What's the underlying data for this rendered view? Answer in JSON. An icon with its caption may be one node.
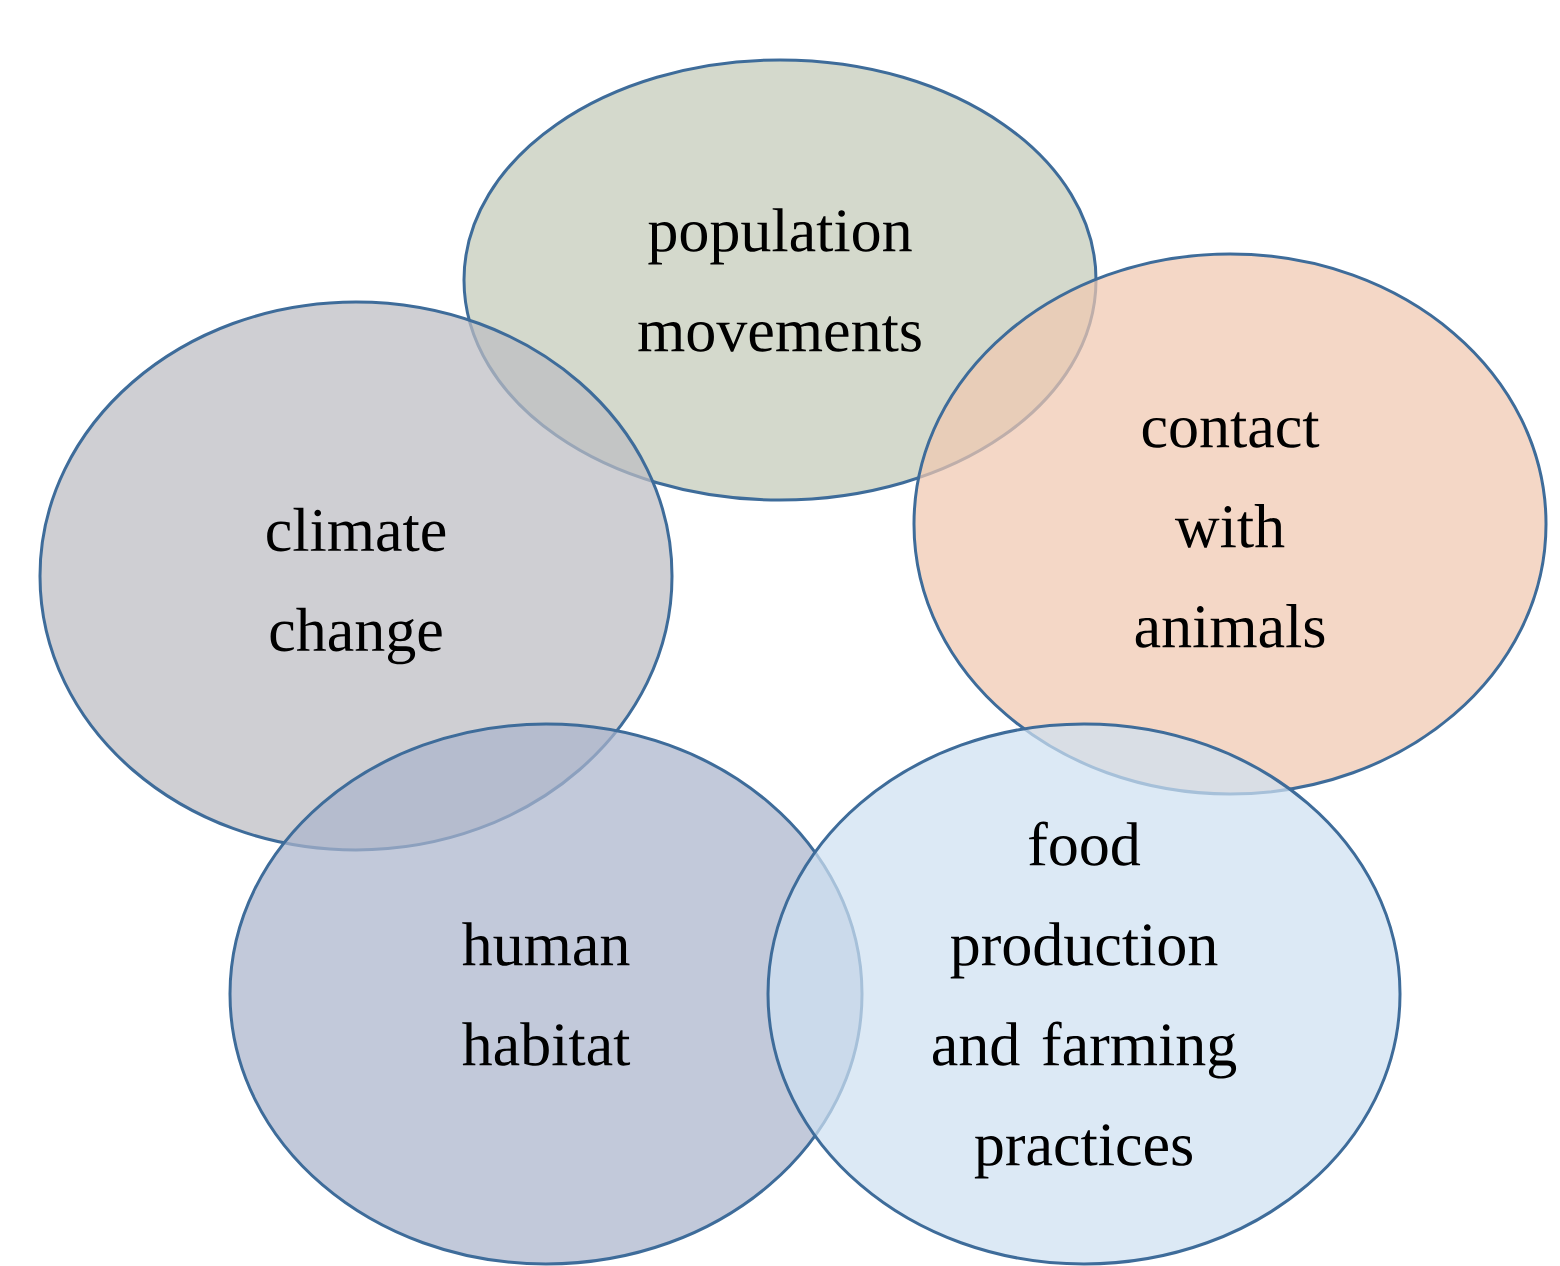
{
  "diagram": {
    "nodes": [
      {
        "text": [
          "population movements"
        ]
      },
      {
        "text": [
          "contact with animals"
        ]
      },
      {
        "text": [
          "climate change"
        ]
      },
      {
        "text": [
          "human habitat"
        ]
      },
      {
        "text": [
          "food production and farming practices"
        ]
      }
    ]
  }
}
